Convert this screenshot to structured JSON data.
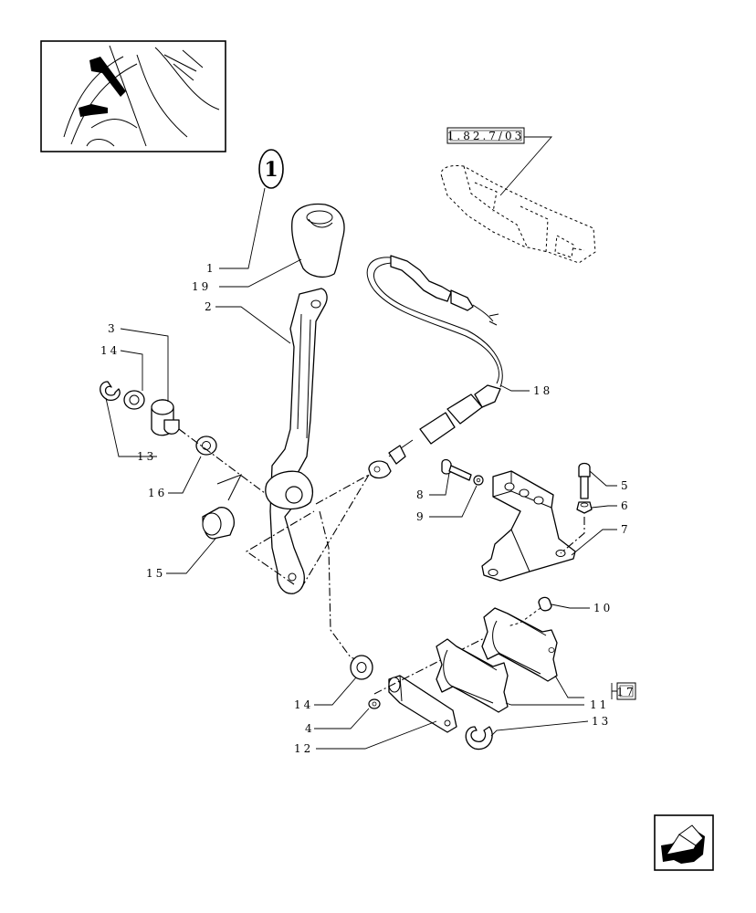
{
  "callout": {
    "number": "1"
  },
  "references": {
    "group_ref": "1.82.7/03",
    "kit_ref": "17"
  },
  "labels": {
    "l1": "1",
    "l19": "19",
    "l2": "2",
    "l3": "3",
    "l14a": "14",
    "l13a": "13",
    "l16": "16",
    "l15": "15",
    "l18": "18",
    "l8": "8",
    "l9": "9",
    "l5": "5",
    "l6": "6",
    "l7": "7",
    "l10": "10",
    "l11": "11",
    "l14b": "14",
    "l4": "4",
    "l12": "12",
    "l13b": "13"
  },
  "icons": {
    "thumbnail": "tractor-cab-lever-location-icon",
    "nav": "return-arrow-icon"
  }
}
